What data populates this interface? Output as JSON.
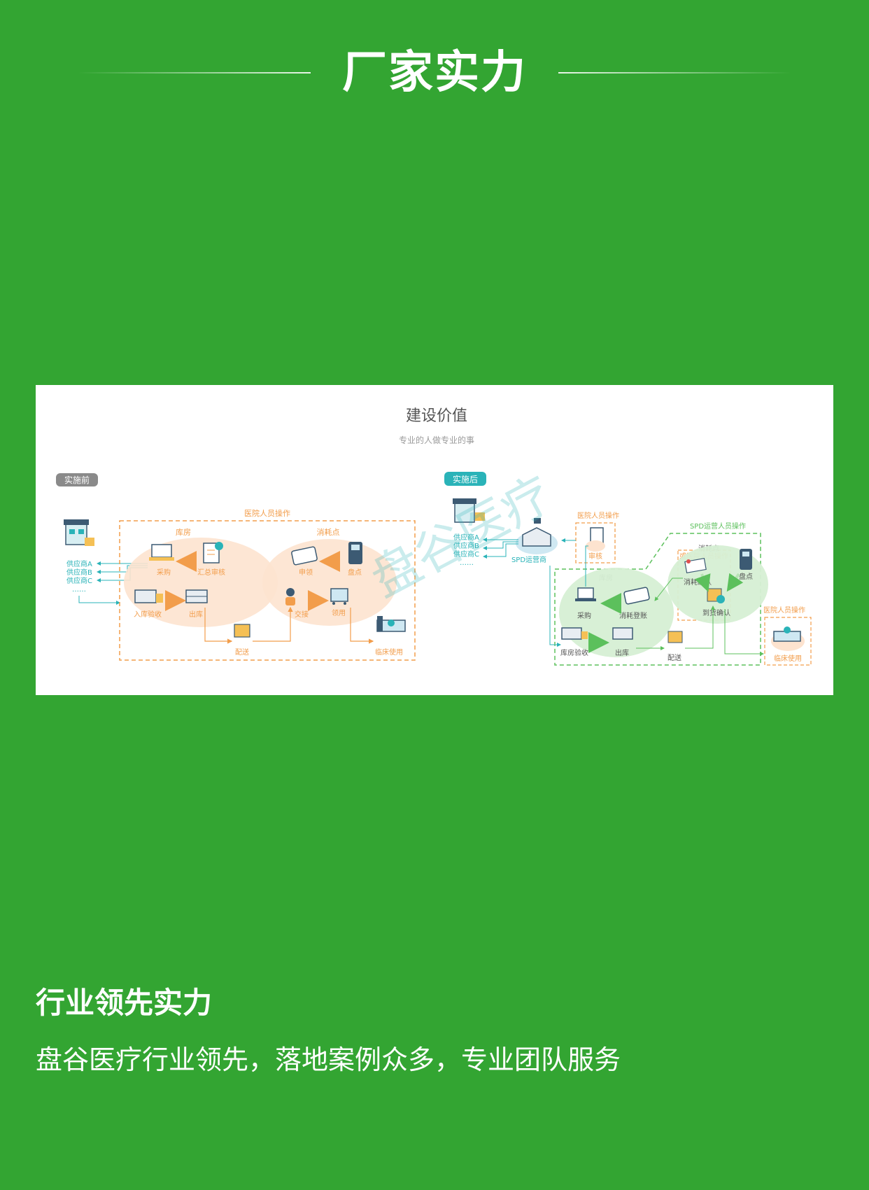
{
  "header": {
    "title": "厂家实力"
  },
  "diagram": {
    "title": "建设价值",
    "subtitle": "专业的人做专业的事",
    "watermark": "盘谷医疗",
    "before": {
      "tag": "实施前",
      "group_label": "医院人员操作",
      "warehouse_label": "库房",
      "consumption_label": "消耗点",
      "suppliers": [
        "供应商A",
        "供应商B",
        "供应商C",
        "……"
      ],
      "nodes": {
        "purchase": "采购",
        "summary_review": "汇总审核",
        "apply": "申领",
        "inventory": "盘点",
        "inbound": "入库验收",
        "outbound": "出库",
        "handover": "交接",
        "receive": "领用",
        "delivery": "配送",
        "clinical": "临床使用"
      }
    },
    "after": {
      "tag": "实施后",
      "suppliers": [
        "供应商A",
        "供应商B",
        "供应商C",
        "……"
      ],
      "operator": "SPD运营商",
      "hospital_group_label": "医院人员操作",
      "review": "审核",
      "spd_group_label": "SPD运营人员操作",
      "consumption_label": "消耗点",
      "or_hospital_label": "或医院人员操作",
      "warehouse_label": "库房",
      "hospital_group_label2": "医院人员操作",
      "nodes": {
        "consume_confirm": "消耗确认",
        "inventory": "盘点",
        "arrival_confirm": "到货确认",
        "purchase": "采购",
        "consume_register": "消耗登账",
        "inbound": "库房验收",
        "outbound": "出库",
        "delivery": "配送",
        "clinical": "临床使用"
      }
    },
    "colors": {
      "orange": "#f29d4b",
      "green": "#5cc05c",
      "teal": "#2ab3b8",
      "gray": "#8a8a8a"
    }
  },
  "section": {
    "title": "行业领先实力",
    "desc": "盘谷医疗行业领先，落地案例众多，专业团队服务"
  }
}
